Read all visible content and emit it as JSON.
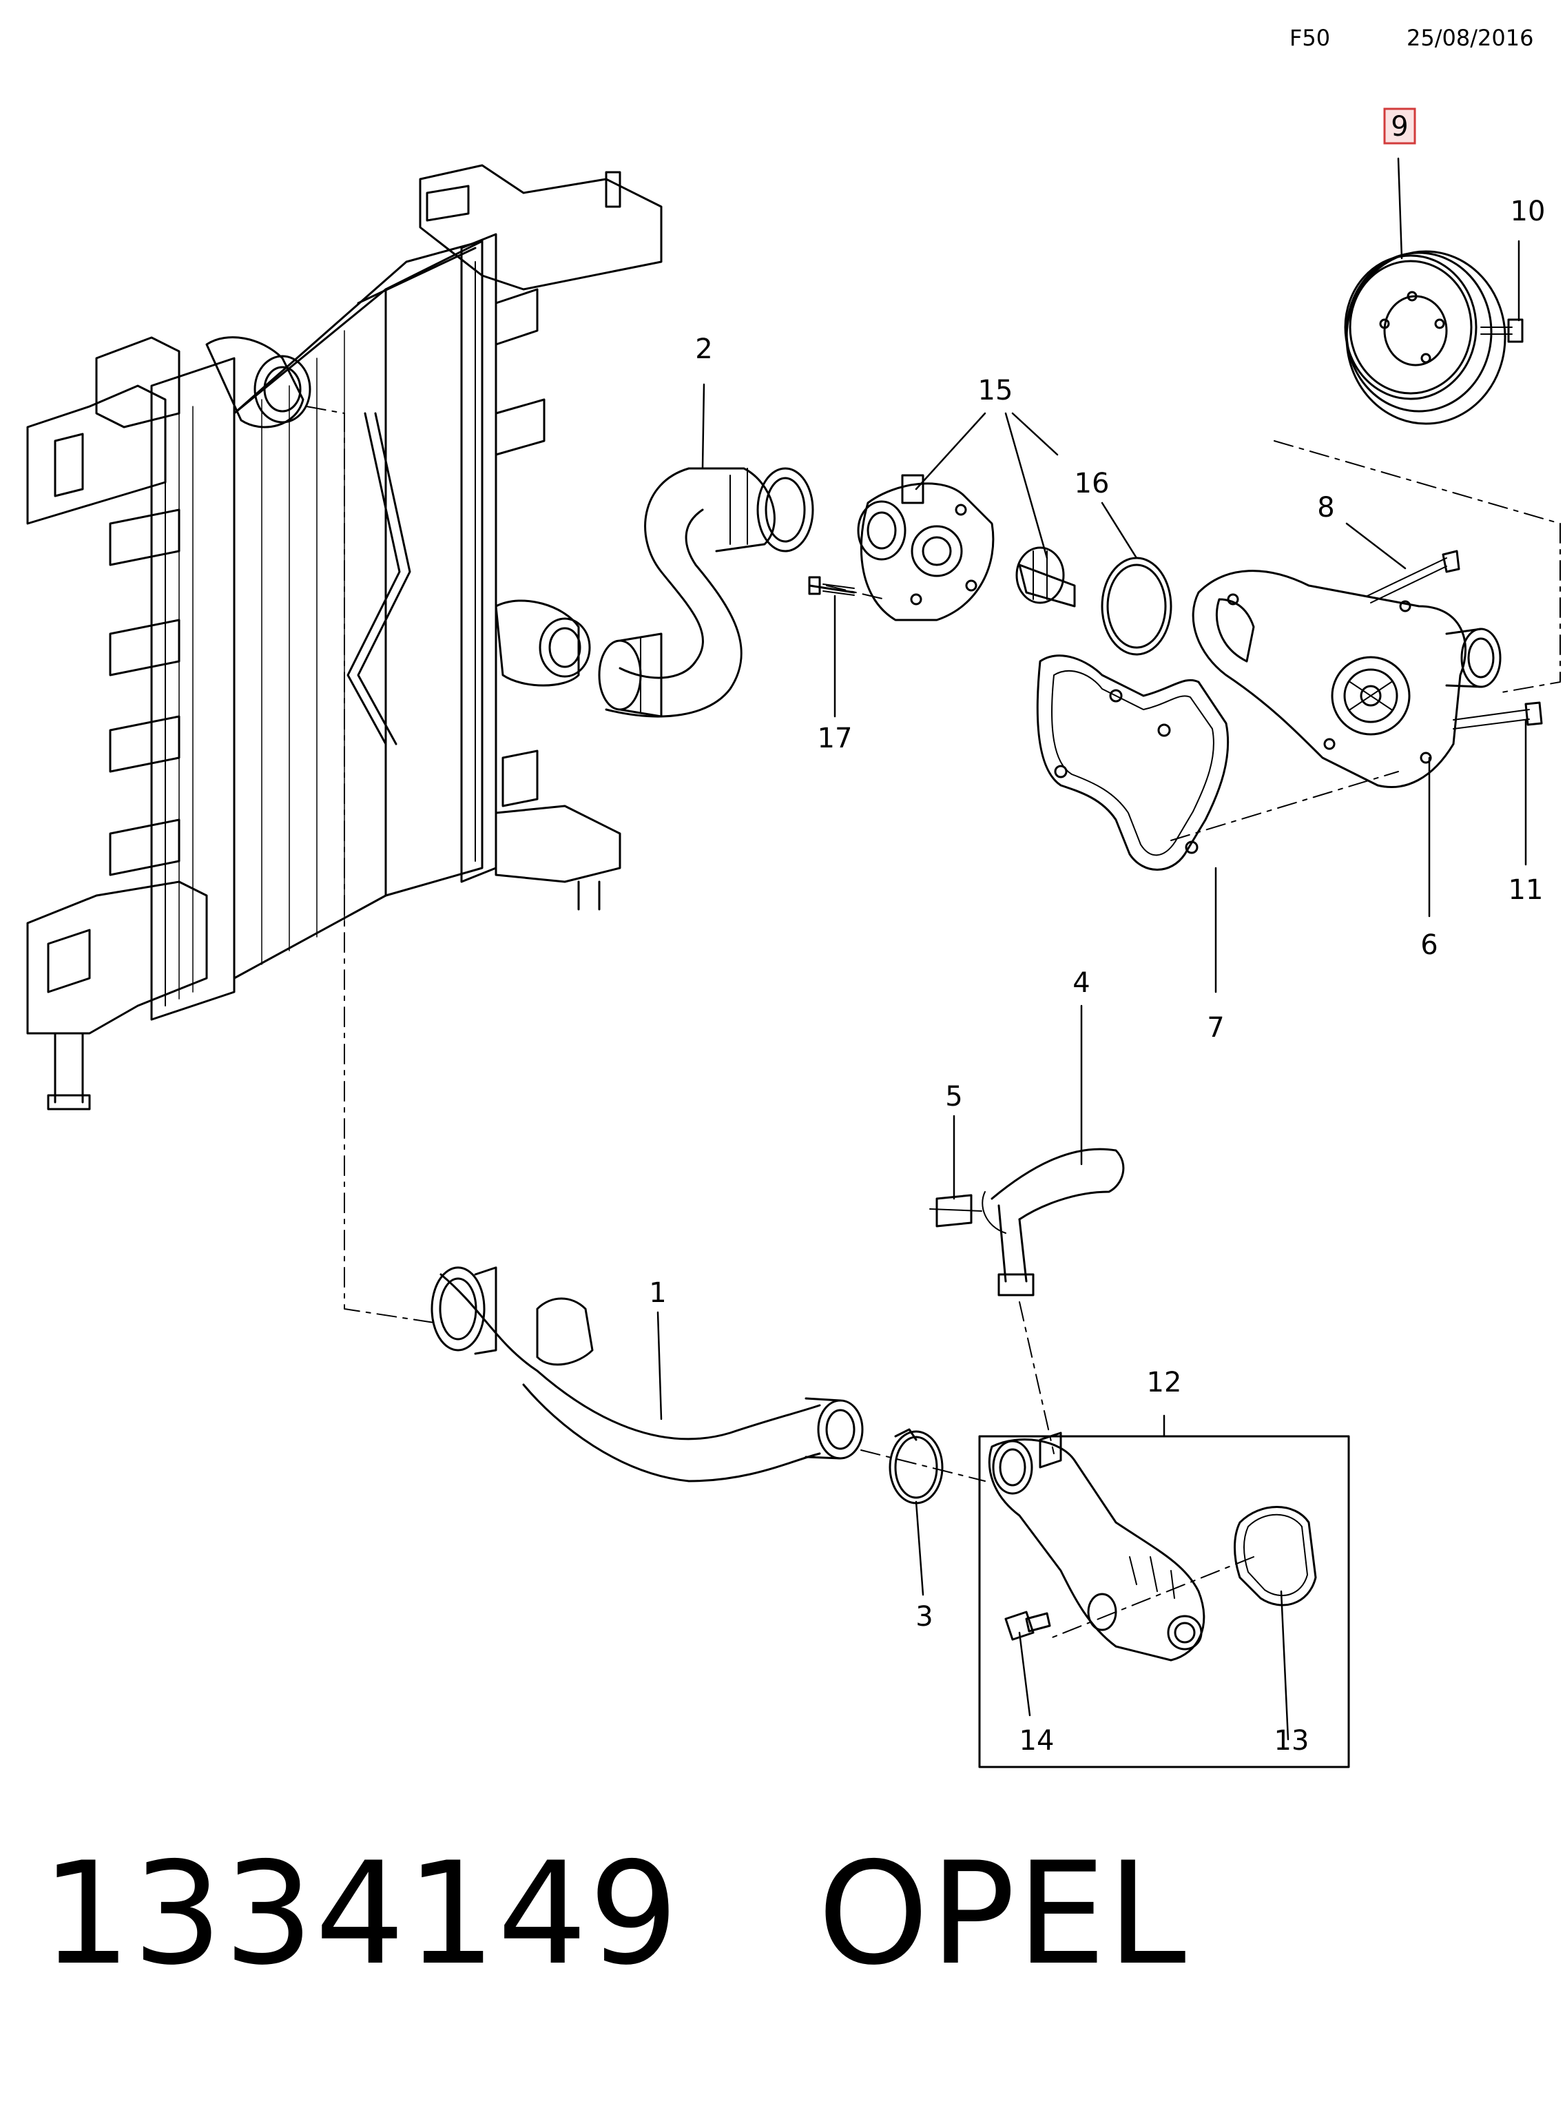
{
  "header": {
    "page_code": "F50",
    "date": "25/08/2016"
  },
  "callouts": [
    {
      "id": "1",
      "label": "1"
    },
    {
      "id": "2",
      "label": "2"
    },
    {
      "id": "3",
      "label": "3"
    },
    {
      "id": "4",
      "label": "4"
    },
    {
      "id": "5",
      "label": "5"
    },
    {
      "id": "6",
      "label": "6"
    },
    {
      "id": "7",
      "label": "7"
    },
    {
      "id": "8",
      "label": "8"
    },
    {
      "id": "9",
      "label": "9"
    },
    {
      "id": "10",
      "label": "10"
    },
    {
      "id": "11",
      "label": "11"
    },
    {
      "id": "12",
      "label": "12"
    },
    {
      "id": "13",
      "label": "13"
    },
    {
      "id": "14",
      "label": "14"
    },
    {
      "id": "15",
      "label": "15"
    },
    {
      "id": "16",
      "label": "16"
    },
    {
      "id": "17",
      "label": "17"
    }
  ],
  "highlighted_callout": "9",
  "colors": {
    "highlight_border": "#d23c3c",
    "highlight_fill": "#fbe3e3",
    "line": "#000000"
  },
  "footer": {
    "part_number": "1334149",
    "brand": "OPEL"
  }
}
